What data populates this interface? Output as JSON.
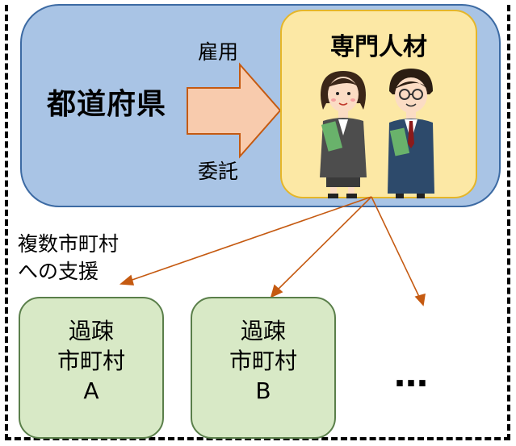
{
  "prefecture": {
    "label": "都道府県",
    "hire_label": "雇用",
    "consign_label": "委託"
  },
  "experts": {
    "title": "専門人材"
  },
  "support": {
    "line1": "複数市町村",
    "line2": "への支援"
  },
  "municipalities": [
    {
      "line1": "過疎",
      "line2": "市町村",
      "line3": "A"
    },
    {
      "line1": "過疎",
      "line2": "市町村",
      "line3": "B"
    }
  ],
  "ellipsis": "…",
  "colors": {
    "prefecture_fill": "#a9c4e5",
    "expert_fill": "#fce8a5",
    "municipality_fill": "#d8e9c6",
    "arrow_fill": "#f8cbad",
    "connector": "#c55a11"
  }
}
